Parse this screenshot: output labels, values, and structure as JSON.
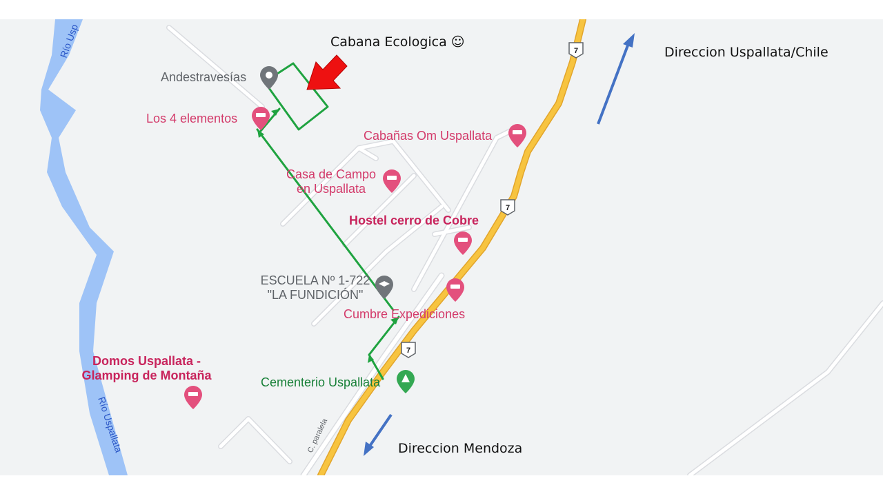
{
  "annotations": {
    "cabana": "Cabana Ecologica ☺",
    "uspallata_chile": "Direccion Uspallata/Chile",
    "mendoza": "Direccion Mendoza"
  },
  "places": {
    "andestravesias": "Andestravesías",
    "los4": "Los 4 elementos",
    "cabanas_om": "Cabañas Om Uspallata",
    "casa_campo_1": "Casa de Campo",
    "casa_campo_2": "en Uspallata",
    "hostel": "Hostel cerro de Cobre",
    "escuela_1": "ESCUELA Nº 1-722",
    "escuela_2": "\"LA FUNDICIÓN\"",
    "cumbre": "Cumbre Expediciones",
    "domos_1": "Domos Uspallata -",
    "domos_2": "Glamping de Montaña",
    "cementerio": "Cementerio Uspallata"
  },
  "road_labels": {
    "route_number": "7",
    "c_paralela": "C. paralela",
    "rio_top": "Río Usp",
    "rio_bottom": "Río Uspallata"
  },
  "colors": {
    "map_bg": "#f1f3f4",
    "river": "#9ec3f7",
    "highway": "#f7c440",
    "route_line": "#1fa340",
    "red_arrow": "#ee1111",
    "blue_arrow": "#4472c4",
    "pink_pin": "#e3507d",
    "green_pin": "#34a853",
    "gray_pin": "#70757a"
  }
}
